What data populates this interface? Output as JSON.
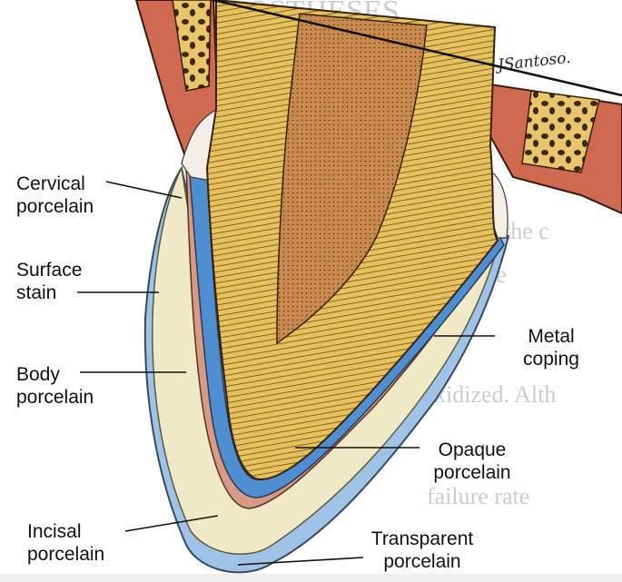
{
  "labels": {
    "cervical": [
      "Cervical",
      "porcelain"
    ],
    "surface": [
      "Surface",
      "stain"
    ],
    "body": [
      "Body",
      "porcelain"
    ],
    "incisal": [
      "Incisal",
      "porcelain"
    ],
    "metal": [
      "Metal",
      "coping"
    ],
    "opaque": [
      "Opaque",
      "porcelain"
    ],
    "transparent": [
      "Transparent",
      "porcelain"
    ]
  },
  "signature": "JSantoso.",
  "colors": {
    "gum": "#cf6a50",
    "bone": "#e9c66b",
    "dentin": "#e6c25a",
    "pulp": "#c98a4e",
    "metal": "#4f8fd0",
    "opaque": "#d89a84",
    "body_porcelain": "#efe9c8",
    "incisal": "#9fc3e6"
  }
}
